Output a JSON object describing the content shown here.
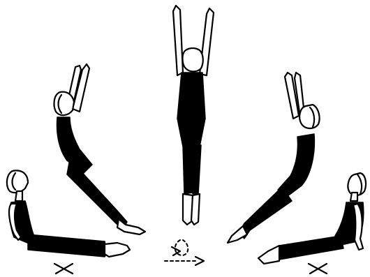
{
  "figure": {
    "poses": [
      "seated-left",
      "lean-back-left",
      "standing-center",
      "lean-back-right",
      "seated-right"
    ],
    "ink_color": "#000000",
    "background_color": "#ffffff"
  }
}
